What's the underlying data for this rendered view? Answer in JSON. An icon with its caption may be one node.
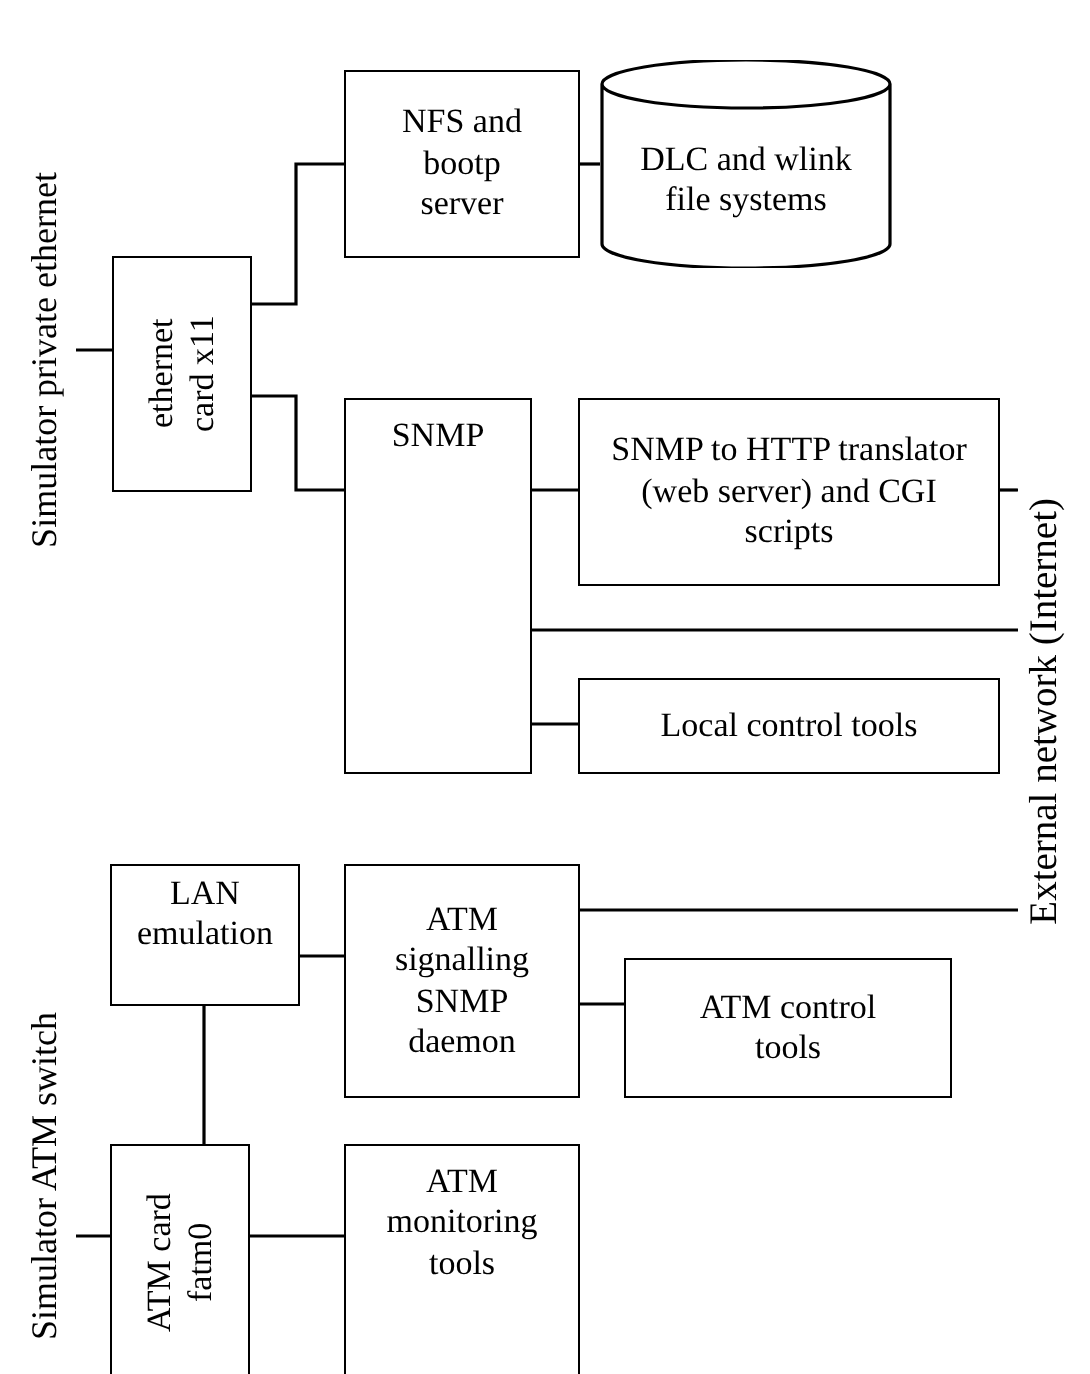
{
  "diagram": {
    "nodes": [
      {
        "text": [
          "Simulator private ethernet"
        ]
      },
      {
        "text": [
          "ethernet card x11"
        ]
      },
      {
        "text": [
          "NFS and bootp server"
        ]
      },
      {
        "text": [
          "DLC and wlink file systems"
        ]
      },
      {
        "text": [
          "SNMP"
        ]
      },
      {
        "text": [
          "SNMP to HTTP translator (web server) and CGI scripts"
        ]
      },
      {
        "text": [
          "Local control tools"
        ]
      },
      {
        "text": [
          "External network (Internet)"
        ]
      },
      {
        "text": [
          "LAN emulation"
        ]
      },
      {
        "text": [
          "ATM signalling SNMP daemon"
        ]
      },
      {
        "text": [
          "ATM control tools"
        ]
      },
      {
        "text": [
          "Simulator ATM switch"
        ]
      },
      {
        "text": [
          "ATM card fatm0"
        ]
      },
      {
        "text": [
          "ATM monitoring tools"
        ]
      }
    ],
    "edges": [
      {
        "from": 0,
        "to": 1,
        "arrow": "none"
      },
      {
        "from": 1,
        "to": 2,
        "arrow": "none"
      },
      {
        "from": 1,
        "to": 4,
        "arrow": "none"
      },
      {
        "from": 2,
        "to": 3,
        "arrow": "none"
      },
      {
        "from": 4,
        "to": 5,
        "arrow": "none"
      },
      {
        "from": 5,
        "to": 7,
        "arrow": "none"
      },
      {
        "from": 4,
        "to": 7,
        "arrow": "none"
      },
      {
        "from": 4,
        "to": 6,
        "arrow": "none"
      },
      {
        "from": 8,
        "to": 9,
        "arrow": "none"
      },
      {
        "from": 9,
        "to": 7,
        "arrow": "none"
      },
      {
        "from": 9,
        "to": 10,
        "arrow": "none"
      },
      {
        "from": 8,
        "to": 12,
        "arrow": "none"
      },
      {
        "from": 11,
        "to": 12,
        "arrow": "none"
      },
      {
        "from": 12,
        "to": 13,
        "arrow": "none"
      }
    ]
  }
}
